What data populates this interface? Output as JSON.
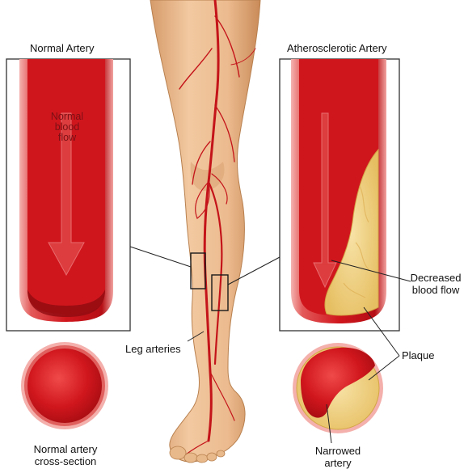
{
  "titles": {
    "normal_artery": "Normal Artery",
    "atherosclerotic_artery": "Atherosclerotic Artery"
  },
  "labels": {
    "normal_flow_line1": "Normal",
    "normal_flow_line2": "blood",
    "normal_flow_line3": "flow",
    "decreased_line1": "Decreased",
    "decreased_line2": "blood flow",
    "plaque": "Plaque",
    "leg_arteries": "Leg arteries",
    "normal_cross_line1": "Normal artery",
    "normal_cross_line2": "cross-section",
    "narrowed_line1": "Narrowed",
    "narrowed_line2": "artery"
  },
  "colors": {
    "blood": "#d0161d",
    "blood_dark": "#8e0b10",
    "vessel_wall": "#f19a9a",
    "plaque": "#f0d07c",
    "skin": "#e8b98a",
    "skin_shadow": "#c98f5f",
    "frame": "#333333"
  }
}
